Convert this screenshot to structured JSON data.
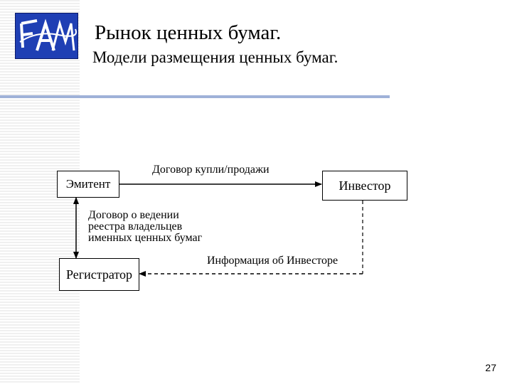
{
  "header": {
    "title": "Рынок ценных бумаг.",
    "subtitle": "Модели размещения ценных бумаг."
  },
  "diagram": {
    "nodes": {
      "issuer": "Эмитент",
      "investor": "Инвестор",
      "registrar": "Регистратор"
    },
    "edges": {
      "sale_contract": "Договор купли/продажи",
      "registry_contract": [
        "Договор о ведении",
        "реестра владельцев",
        "именных ценных бумаг"
      ],
      "investor_info": "Информация об Инвесторе"
    }
  },
  "footer": {
    "page_number": "27"
  },
  "colors": {
    "logo_bg": "#1f3fb4",
    "rule": "#9fb1d8"
  }
}
